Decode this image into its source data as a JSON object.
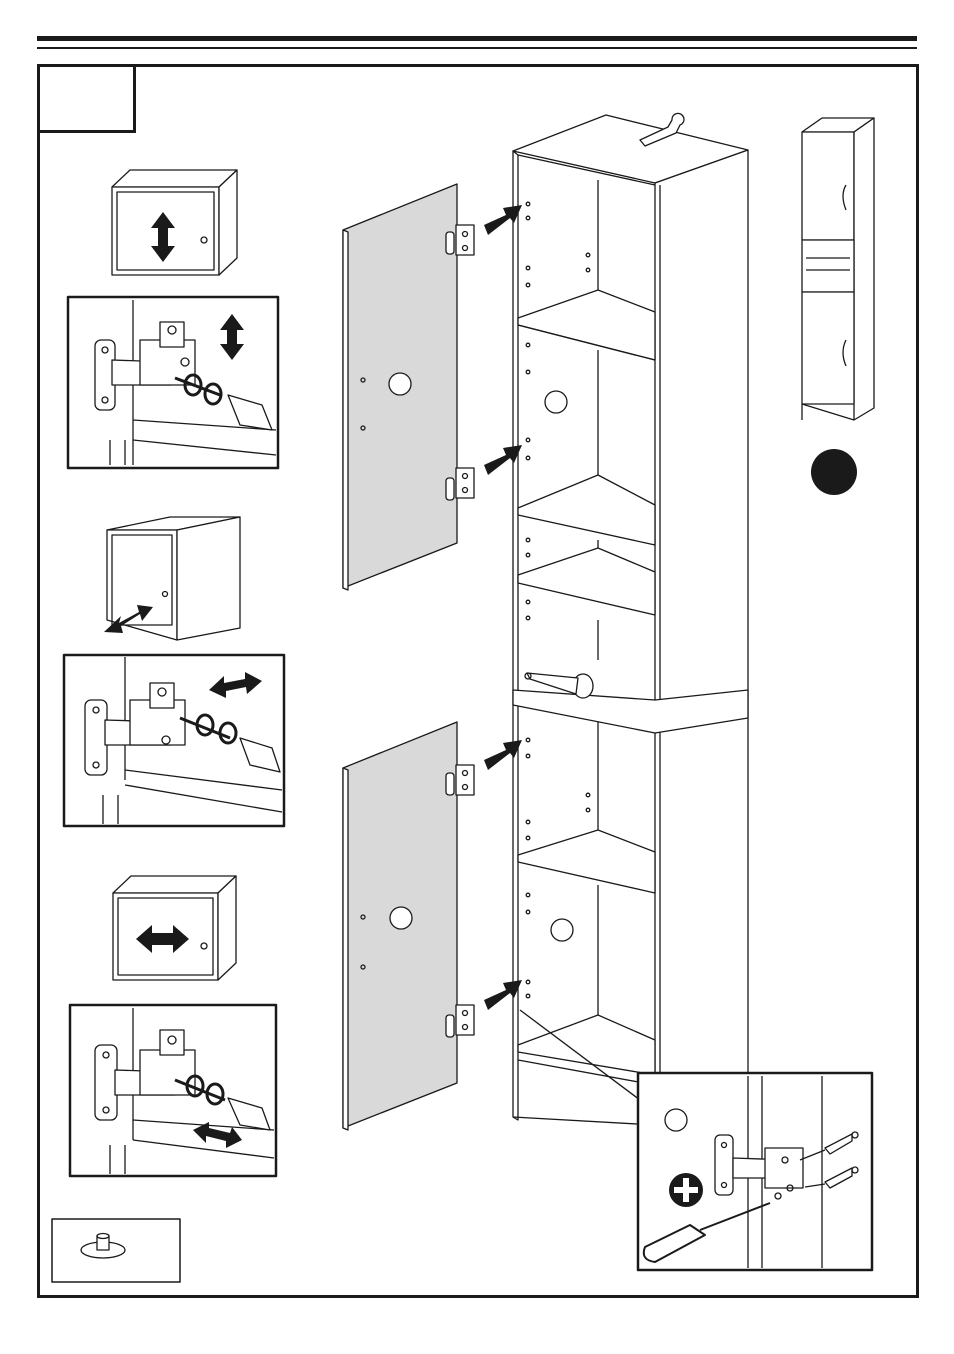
{
  "step": {
    "number": ""
  },
  "figures": [
    {
      "id": "adjust-height",
      "caption": ""
    },
    {
      "id": "adjust-depth",
      "caption": ""
    },
    {
      "id": "adjust-side",
      "caption": ""
    }
  ],
  "colors": {
    "ink": "#1a1a1a",
    "door_fill": "#d9d9d9",
    "paper": "#ffffff",
    "marker": "#1a1a1a"
  },
  "icons": [
    "vertical-arrow-icon",
    "horizontal-arrow-icon",
    "screwdriver-icon",
    "phillips-cross-icon",
    "hinge-icon",
    "screw-icon",
    "knob-icon"
  ]
}
